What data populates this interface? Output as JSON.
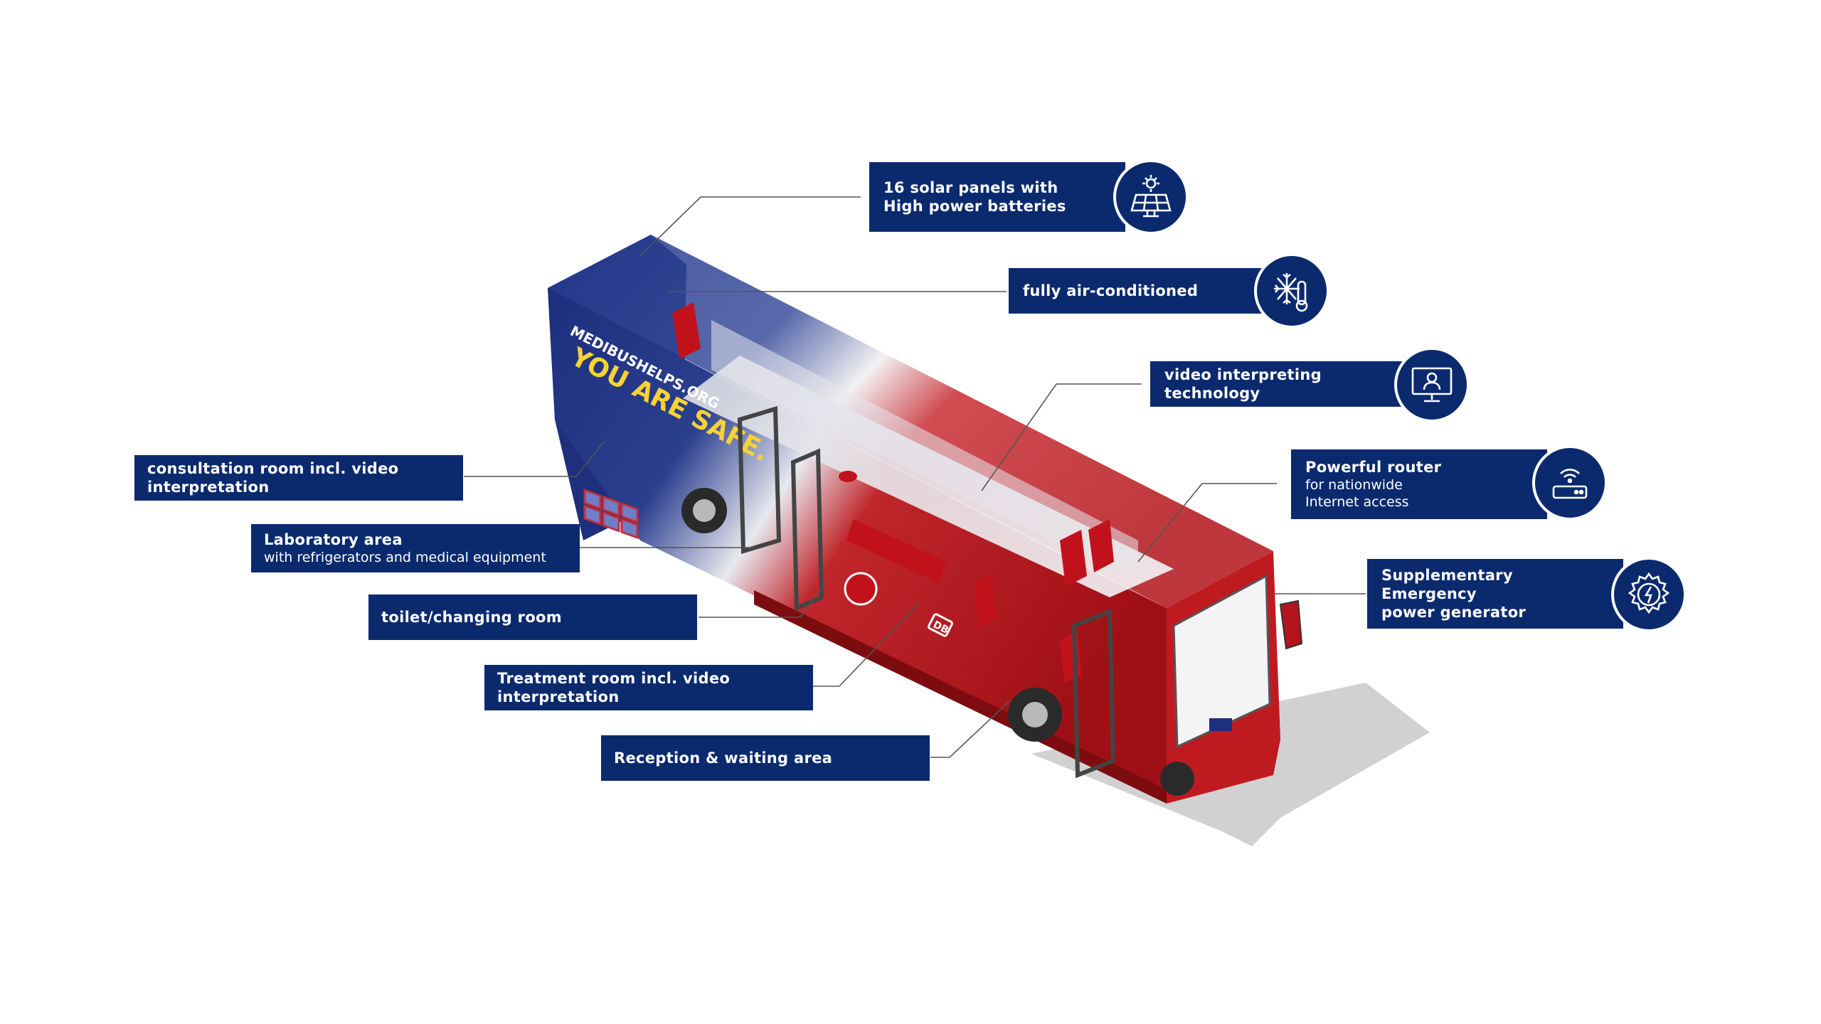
{
  "colors": {
    "navy": "#0b2a6e",
    "bus_red": "#b3141b",
    "bus_blue": "#1d2f7d",
    "leader": "#555555"
  },
  "bus": {
    "livery_text_1": "MEDIBUSHELPS.ORG",
    "livery_text_2": "YOU ARE SAFE.",
    "operator_logo": "DB"
  },
  "features_left": [
    {
      "title": "consultation room incl. video interpretation",
      "subtitle": ""
    },
    {
      "title": "Laboratory area",
      "subtitle": "with refrigerators and medical equipment"
    },
    {
      "title": "toilet/changing room",
      "subtitle": ""
    },
    {
      "title": "Treatment room incl. video interpretation",
      "subtitle": ""
    },
    {
      "title": "Reception & waiting area",
      "subtitle": ""
    }
  ],
  "features_right": [
    {
      "lines": [
        "16 solar panels with",
        "High power batteries"
      ],
      "icon": "solar-panel-icon"
    },
    {
      "lines": [
        "fully air-conditioned"
      ],
      "icon": "air-conditioning-icon"
    },
    {
      "lines": [
        "video interpreting technology"
      ],
      "icon": "video-monitor-icon"
    },
    {
      "lines": [
        "Powerful router"
      ],
      "sublines": [
        "for nationwide",
        "Internet access"
      ],
      "icon": "router-icon"
    },
    {
      "lines": [
        "Supplementary Emergency",
        "power generator"
      ],
      "icon": "generator-gear-icon"
    }
  ]
}
